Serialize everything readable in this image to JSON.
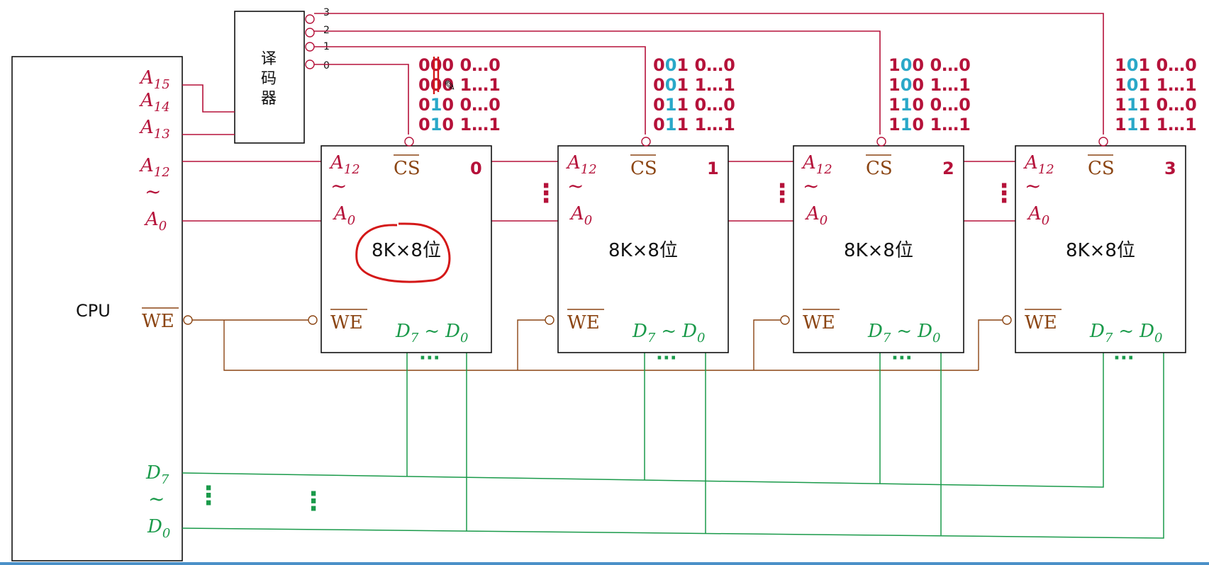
{
  "colors": {
    "address": "#b5123a",
    "control": "#8b4513",
    "data": "#1a9a4a",
    "highlight": "#2aa8c8",
    "ink": "#111111"
  },
  "cpu": {
    "label": "CPU",
    "pins": {
      "a15": {
        "base": "A",
        "sub": "15"
      },
      "a14": {
        "base": "A",
        "sub": "14"
      },
      "a13": {
        "base": "A",
        "sub": "13"
      },
      "a12": {
        "base": "A",
        "sub": "12"
      },
      "tilde": "~",
      "a0": {
        "base": "A",
        "sub": "0"
      },
      "we": "WE",
      "d7": {
        "base": "D",
        "sub": "7"
      },
      "d0": {
        "base": "D",
        "sub": "0"
      }
    }
  },
  "decoder": {
    "label_chars": [
      "译",
      "码",
      "器"
    ],
    "outputs": [
      "3",
      "2",
      "1",
      "0"
    ]
  },
  "chips": [
    {
      "index": "0",
      "capacity": "8K×8位",
      "addr": [
        {
          "hi": "00",
          "mid": "0",
          "low": " 0…0",
          "mid_hl": false
        },
        {
          "hi": "00",
          "mid": "0",
          "low": " 1…1",
          "mid_hl": false
        },
        {
          "hi": "0",
          "mid": "1",
          "low": "0 0…0",
          "mid_hl": true
        },
        {
          "hi": "0",
          "mid": "1",
          "low": "0 1…1",
          "mid_hl": true
        }
      ]
    },
    {
      "index": "1",
      "capacity": "8K×8位",
      "addr": [
        {
          "hi": "0",
          "mid": "0",
          "low": "1 0…0",
          "mid_hl": true
        },
        {
          "hi": "0",
          "mid": "0",
          "low": "1 1…1",
          "mid_hl": true
        },
        {
          "hi": "0",
          "mid": "1",
          "low": "1 0…0",
          "mid_hl": true
        },
        {
          "hi": "0",
          "mid": "1",
          "low": "1 1…1",
          "mid_hl": true
        }
      ]
    },
    {
      "index": "2",
      "capacity": "8K×8位",
      "addr": [
        {
          "hi": "1",
          "mid": "0",
          "low": "0 0…0",
          "mid_hl": true
        },
        {
          "hi": "1",
          "mid": "0",
          "low": "0 1…1",
          "mid_hl": true
        },
        {
          "hi": "1",
          "mid": "1",
          "low": "0 0…0",
          "mid_hl": true
        },
        {
          "hi": "1",
          "mid": "1",
          "low": "0 1…1",
          "mid_hl": true
        }
      ]
    },
    {
      "index": "3",
      "capacity": "8K×8位",
      "addr": [
        {
          "hi": "1",
          "mid": "0",
          "low": "1 0…0",
          "mid_hl": true
        },
        {
          "hi": "1",
          "mid": "0",
          "low": "1 1…1",
          "mid_hl": true
        },
        {
          "hi": "1",
          "mid": "1",
          "low": "1 0…0",
          "mid_hl": true
        },
        {
          "hi": "1",
          "mid": "1",
          "low": "1 1…1",
          "mid_hl": true
        }
      ]
    }
  ],
  "chip_pins": {
    "a12": {
      "base": "A",
      "sub": "12"
    },
    "tilde": "~",
    "a0": {
      "base": "A",
      "sub": "0"
    },
    "cs": "CS",
    "we": "WE",
    "data": {
      "d7": "D",
      "d7_sub": "7",
      "sep": "~",
      "d0": "D",
      "d0_sub": "0"
    }
  },
  "ellipsis_h": "···",
  "ellipsis_v": "⋮"
}
